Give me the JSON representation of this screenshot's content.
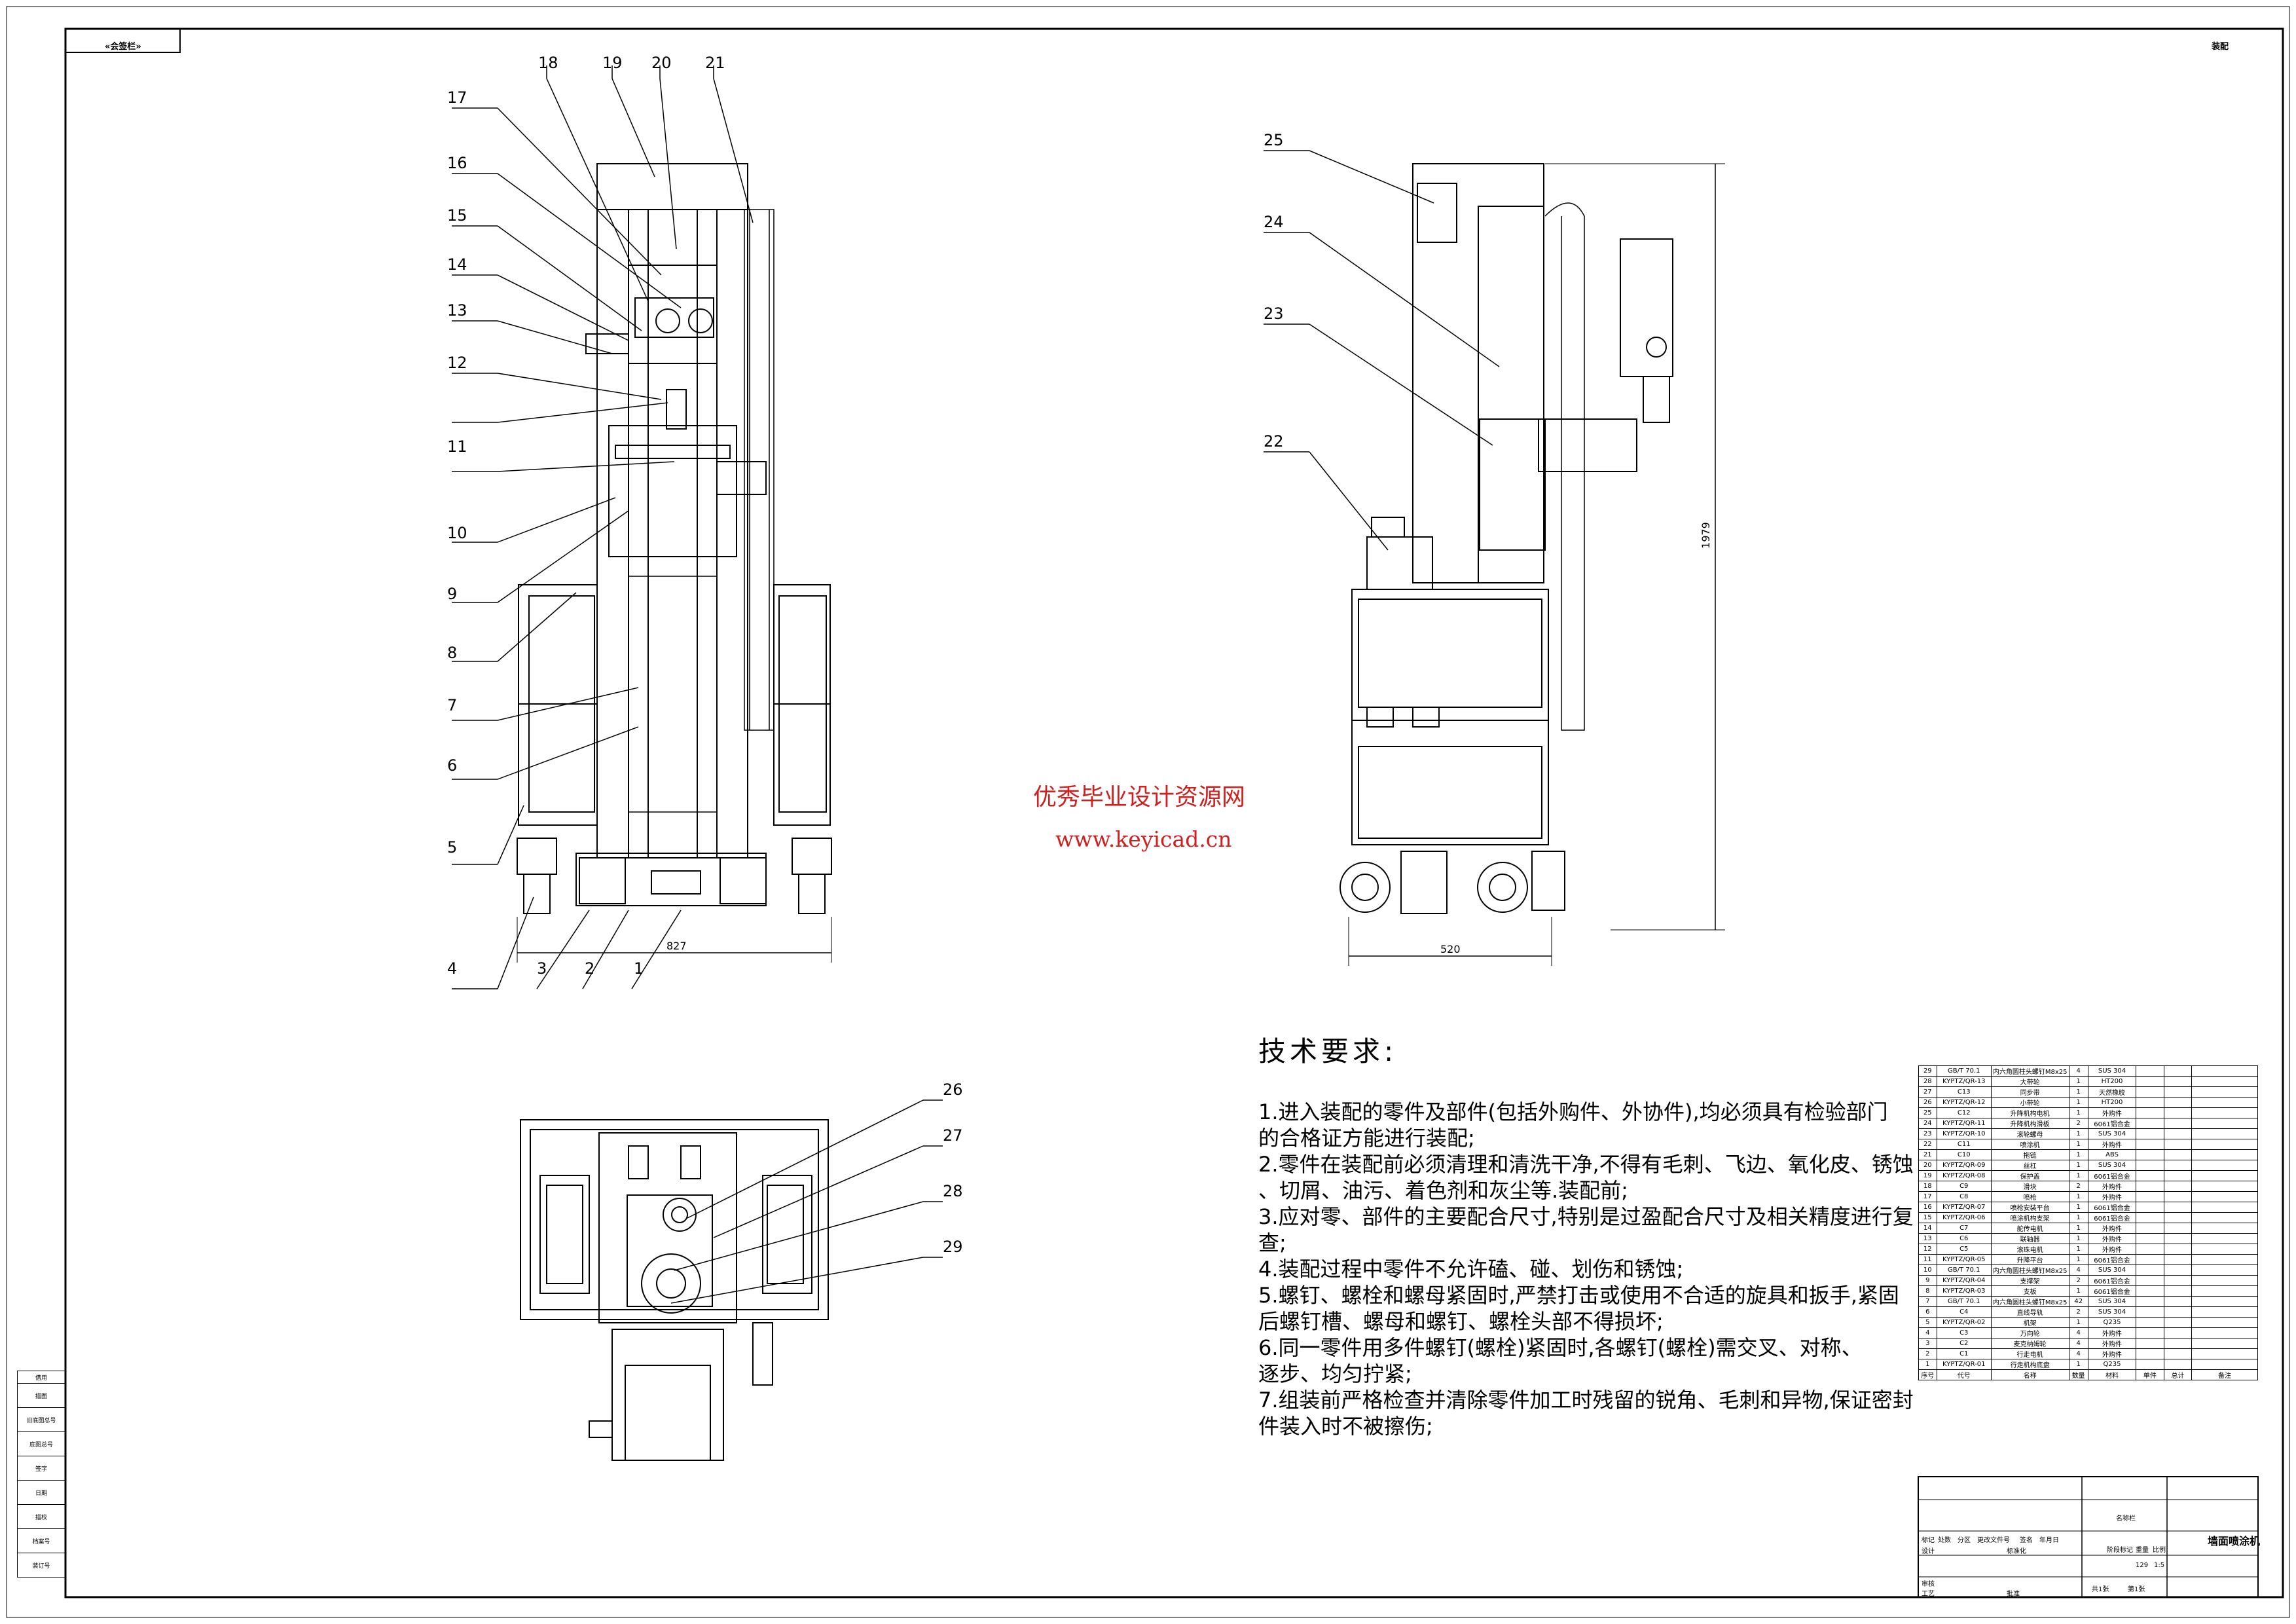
{
  "corner_label": "«会签栏»",
  "corner_right": "装配",
  "watermark": {
    "line1": "优秀毕业设计资源网",
    "line2": "www.keyicad.cn"
  },
  "front_view_callouts": [
    "1",
    "2",
    "3",
    "4",
    "5",
    "6",
    "7",
    "8",
    "9",
    "10",
    "11",
    "12",
    "13",
    "14",
    "15",
    "16",
    "17",
    "18",
    "19",
    "20",
    "21"
  ],
  "side_view_callouts": [
    "22",
    "23",
    "24",
    "25"
  ],
  "top_view_callouts": [
    "26",
    "27",
    "28",
    "29"
  ],
  "dimensions": {
    "front_width": "827",
    "side_width": "520",
    "side_height": "1979"
  },
  "tech_requirements": {
    "title": "技术要求:",
    "lines": [
      "1.进入装配的零件及部件(包括外购件、外协件),均必须具有检验部门",
      "的合格证方能进行装配;",
      "2.零件在装配前必须清理和清洗干净,不得有毛刺、飞边、氧化皮、锈蚀",
      "、切屑、油污、着色剂和灰尘等.装配前;",
      "3.应对零、部件的主要配合尺寸,特别是过盈配合尺寸及相关精度进行复",
      "查;",
      "4.装配过程中零件不允许磕、碰、划伤和锈蚀;",
      "5.螺钉、螺栓和螺母紧固时,严禁打击或使用不合适的旋具和扳手,紧固",
      "后螺钉槽、螺母和螺钉、螺栓头部不得损坏;",
      "6.同一零件用多件螺钉(螺栓)紧固时,各螺钉(螺栓)需交叉、对称、",
      "逐步、均匀拧紧;",
      "7.组装前严格检查并清除零件加工时残留的锐角、毛刺和异物,保证密封",
      "件装入时不被擦伤;"
    ]
  },
  "bom": {
    "rows": [
      [
        "29",
        "GB/T 70.1",
        "内六角圆柱头螺钉M8x25",
        "4",
        "SUS 304",
        "",
        ""
      ],
      [
        "28",
        "KYPTZ/QR-13",
        "大带轮",
        "1",
        "HT200",
        "",
        ""
      ],
      [
        "27",
        "C13",
        "同步带",
        "1",
        "天然橡胶",
        "",
        ""
      ],
      [
        "26",
        "KYPTZ/QR-12",
        "小带轮",
        "1",
        "HT200",
        "",
        ""
      ],
      [
        "25",
        "C12",
        "升降机构电机",
        "1",
        "外购件",
        "",
        ""
      ],
      [
        "24",
        "KYPTZ/QR-11",
        "升降机构滑板",
        "2",
        "6061铝合金",
        "",
        ""
      ],
      [
        "23",
        "KYPTZ/QR-10",
        "滚轮螺母",
        "1",
        "SUS 304",
        "",
        ""
      ],
      [
        "22",
        "C11",
        "喷涂机",
        "1",
        "外购件",
        "",
        ""
      ],
      [
        "21",
        "C10",
        "拖链",
        "1",
        "ABS",
        "",
        ""
      ],
      [
        "20",
        "KYPTZ/QR-09",
        "丝杠",
        "1",
        "SUS 304",
        "",
        ""
      ],
      [
        "19",
        "KYPTZ/QR-08",
        "保护盖",
        "1",
        "6061铝合金",
        "",
        ""
      ],
      [
        "18",
        "C9",
        "滑块",
        "2",
        "外购件",
        "",
        ""
      ],
      [
        "17",
        "C8",
        "喷枪",
        "1",
        "外购件",
        "",
        ""
      ],
      [
        "16",
        "KYPTZ/QR-07",
        "喷枪安装平台",
        "1",
        "6061铝合金",
        "",
        ""
      ],
      [
        "15",
        "KYPTZ/QR-06",
        "喷涂机构支架",
        "1",
        "6061铝合金",
        "",
        ""
      ],
      [
        "14",
        "C7",
        "舵传电机",
        "1",
        "外购件",
        "",
        ""
      ],
      [
        "13",
        "C6",
        "联轴器",
        "1",
        "外购件",
        "",
        ""
      ],
      [
        "12",
        "C5",
        "滚珠电机",
        "1",
        "外购件",
        "",
        ""
      ],
      [
        "11",
        "KYPTZ/QR-05",
        "升降平台",
        "1",
        "6061铝合金",
        "",
        ""
      ],
      [
        "10",
        "GB/T 70.1",
        "内六角圆柱头螺钉M8x25",
        "4",
        "SUS 304",
        "",
        ""
      ],
      [
        "9",
        "KYPTZ/QR-04",
        "支撑架",
        "2",
        "6061铝合金",
        "",
        ""
      ],
      [
        "8",
        "KYPTZ/QR-03",
        "支板",
        "1",
        "6061铝合金",
        "",
        ""
      ],
      [
        "7",
        "GB/T 70.1",
        "内六角圆柱头螺钉M8x25",
        "42",
        "SUS 304",
        "",
        ""
      ],
      [
        "6",
        "C4",
        "直线导轨",
        "2",
        "SUS 304",
        "",
        ""
      ],
      [
        "5",
        "KYPTZ/QR-02",
        "机架",
        "1",
        "Q235",
        "",
        ""
      ],
      [
        "4",
        "C3",
        "万向轮",
        "4",
        "外购件",
        "",
        ""
      ],
      [
        "3",
        "C2",
        "麦克纳姆轮",
        "4",
        "外购件",
        "",
        ""
      ],
      [
        "2",
        "C1",
        "行走电机",
        "4",
        "外购件",
        "",
        ""
      ],
      [
        "1",
        "KYPTZ/QR-01",
        "行走机构底盘",
        "1",
        "Q235",
        "",
        ""
      ]
    ],
    "header": [
      "序号",
      "代号",
      "名称",
      "数量",
      "材料",
      "单件",
      "总计",
      "备注"
    ]
  },
  "title_block": {
    "drawing_name": "墙面喷涂机",
    "scale": "1:5",
    "weight": "129",
    "sheet_total": "共1张",
    "sheet_no": "第1张",
    "labels": {
      "mark": "标记",
      "count": "处数",
      "zone": "分区",
      "change_doc": "更改文件号",
      "sign": "签名",
      "date": "年月日",
      "design": "设计",
      "standard": "标准化",
      "stage_mark": "阶段标记",
      "weight_label": "重量",
      "scale_label": "比例",
      "review": "审核",
      "process": "工艺",
      "approve": "批准",
      "material_mark": "名称栏"
    }
  },
  "left_strip": [
    "借用",
    "描图",
    "旧底图总号",
    "底图总号",
    "签字",
    "日期",
    "描校",
    "档案号",
    "装订号"
  ]
}
